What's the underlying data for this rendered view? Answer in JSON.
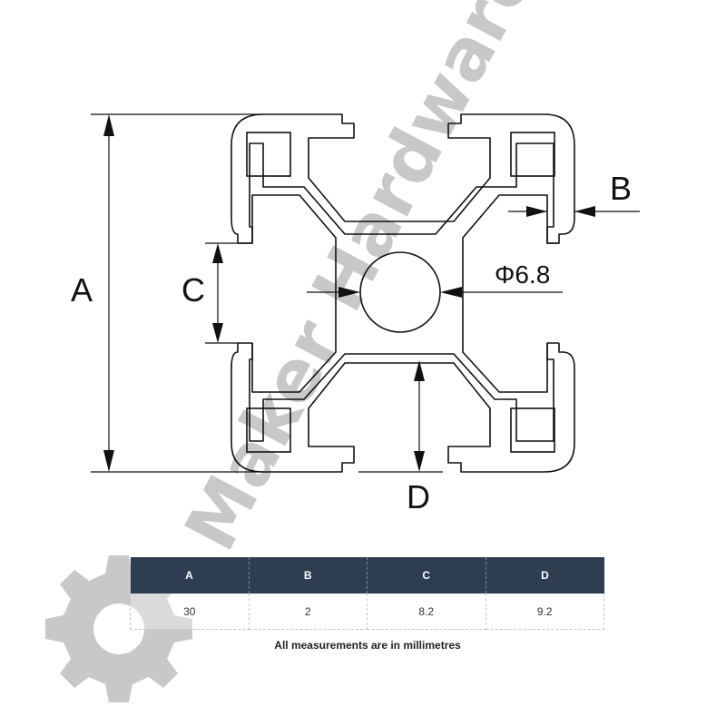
{
  "diagram": {
    "labels": {
      "a": "A",
      "b": "B",
      "c": "C",
      "d": "D",
      "diameter": "Φ6.8"
    }
  },
  "watermark": {
    "text": "Maker Hardware",
    "icon": "gear-icon",
    "color": "#c8c8c8"
  },
  "table": {
    "headers": [
      "A",
      "B",
      "C",
      "D"
    ],
    "values": [
      "30",
      "2",
      "8.2",
      "9.2"
    ],
    "header_bg": "#2c3e50"
  },
  "caption": "All measurements are in millimetres"
}
